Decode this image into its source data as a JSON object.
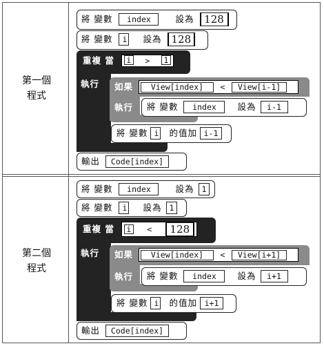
{
  "programs": [
    {
      "label_line1": "第一個",
      "label_line2": "程式",
      "set1": {
        "kw1": "將 變數",
        "var": "index",
        "kw2": "設為",
        "val": "128"
      },
      "set2": {
        "kw1": "將 變數",
        "var": "i",
        "kw2": "設為",
        "val": "128"
      },
      "repeat": {
        "kw": "重複 當",
        "left": "i",
        "op": ">",
        "right": "1",
        "exec": "執行"
      },
      "if": {
        "kw": "如果",
        "left": "View[index]",
        "op": "<",
        "right": "View[i-1]",
        "exec": "執行"
      },
      "inner_set": {
        "kw1": "將 變數",
        "var": "index",
        "kw2": "設為",
        "val": "i-1"
      },
      "change": {
        "kw1": "將 變數",
        "var": "i",
        "kw2": "的值加",
        "val": "i-1"
      },
      "output": {
        "kw": "輸出",
        "val": "Code[index]"
      }
    },
    {
      "label_line1": "第二個",
      "label_line2": "程式",
      "set1": {
        "kw1": "將 變數",
        "var": "index",
        "kw2": "設為",
        "val": "1"
      },
      "set2": {
        "kw1": "將 變數",
        "var": "i",
        "kw2": "設為",
        "val": "1"
      },
      "repeat": {
        "kw": "重複 當",
        "left": "i",
        "op": "<",
        "right": "128",
        "exec": "執行"
      },
      "if": {
        "kw": "如果",
        "left": "View[index]",
        "op": "<",
        "right": "View[i+1]",
        "exec": "執行"
      },
      "inner_set": {
        "kw1": "將 變數",
        "var": "index",
        "kw2": "設為",
        "val": "i+1"
      },
      "change": {
        "kw1": "將 變數",
        "var": "i",
        "kw2": "的值加",
        "val": "i+1"
      },
      "output": {
        "kw": "輸出",
        "val": "Code[index]"
      }
    }
  ]
}
